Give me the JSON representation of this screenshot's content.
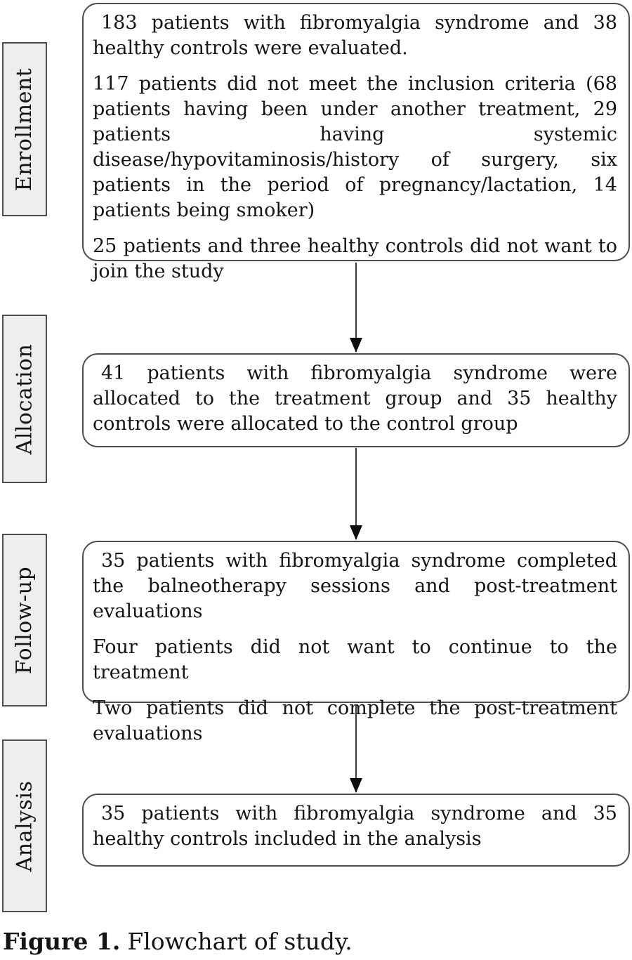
{
  "stages": [
    {
      "label": "Enrollment",
      "paragraphs": [
        "183 patients with fibromyalgia syndrome and 38 healthy controls were evaluated.",
        "117 patients did not meet the inclusion criteria (68 patients having been under another treatment, 29 patients having systemic disease/hypovitaminosis/history of surgery, six patients in the period of pregnancy/lactation, 14 patients being smoker)",
        "25 patients and three healthy controls did not want to join the study"
      ]
    },
    {
      "label": "Allocation",
      "paragraphs": [
        "41 patients with fibromyalgia syndrome were allocated to the treatment group and 35 healthy controls were allocated to the control group"
      ]
    },
    {
      "label": "Follow-up",
      "paragraphs": [
        "35 patients with fibromyalgia syndrome completed the balneotherapy sessions and post-treatment evaluations",
        "Four patients did not want to continue to the treatment",
        "Two patients did not complete the post-treatment evaluations"
      ]
    },
    {
      "label": "Analysis",
      "paragraphs": [
        "35 patients with fibromyalgia syndrome and 35 healthy controls included in the analysis"
      ]
    }
  ],
  "caption": {
    "label": "Figure 1.",
    "text": "Flowchart of study."
  },
  "colors": {
    "background": "#ffffff",
    "box_border": "#4d4d4d",
    "label_fill": "#eeeeee",
    "arrow_line": "#3c3c3c",
    "arrow_head": "#0d0d0d",
    "text": "#141414"
  }
}
